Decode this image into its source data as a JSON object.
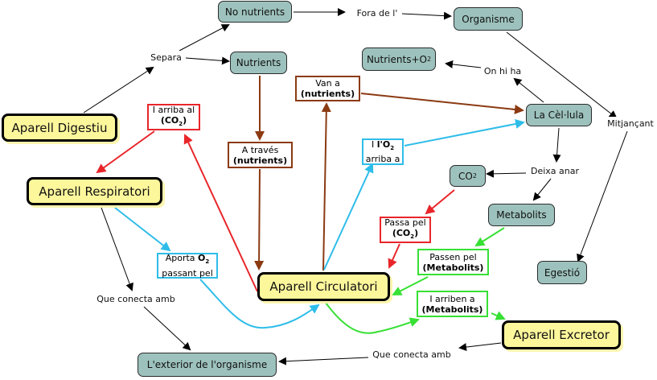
{
  "colors": {
    "concept_fill": "#9dc2bd",
    "major_fill": "#fdf79c",
    "nutrients_link": "#8b3a12",
    "co2_link": "#e8262a",
    "o2_link": "#2ebde9",
    "metabolits_link": "#37e034",
    "plain_link": "#000000"
  },
  "major_nodes": {
    "digestiu": "Aparell Digestiu",
    "respiratori": "Aparell Respiratori",
    "circulatori": "Aparell Circulatori",
    "excretor": "Aparell Excretor"
  },
  "concepts": {
    "no_nutrients": "No nutrients",
    "nutrients": "Nutrients",
    "organisme": "Organisme",
    "nutrients_o2": "Nutrients+O",
    "nutrients_o2_sub": "2",
    "cellula": "La Cèl·lula",
    "co2": "CO",
    "co2_sub": "2",
    "metabolits": "Metabolits",
    "egestio": "Egestió",
    "exterior": "L'exterior de l'organisme"
  },
  "link_phrases": {
    "separa": "Separa",
    "fora": "Fora de l'",
    "on_hi_ha": "On hi ha",
    "mitjancant": "Mitjançant",
    "deixa_anar": "Deixa anar",
    "que_conecta_1": "Que conecta amb",
    "que_conecta_2": "Que conecta amb"
  },
  "boxed_links": {
    "arriba_al": {
      "line1": "I arriba al",
      "bold": "(CO",
      "sub": "2",
      "bold_end": ")"
    },
    "a_traves": {
      "line1": "A través",
      "bold": "(nutrients)"
    },
    "van_a": {
      "line1": "Van a",
      "bold": "(nutrients)"
    },
    "o2_arriba": {
      "prefix": "I ",
      "bold": "l'O",
      "sub": "2",
      "line2": "arriba a"
    },
    "aporta": {
      "line1_prefix": "Aporta ",
      "bold": "O",
      "sub": "2",
      "line2": "passant pel"
    },
    "passa_pel": {
      "line1": "Passa pel",
      "bold": "(CO",
      "sub": "2",
      "bold_end": ")"
    },
    "passen_pel": {
      "line1": "Passen pel",
      "bold": "(Metabolits)"
    },
    "arriben_a": {
      "line1": "I arriben a",
      "bold": "(Metabolits)"
    }
  }
}
